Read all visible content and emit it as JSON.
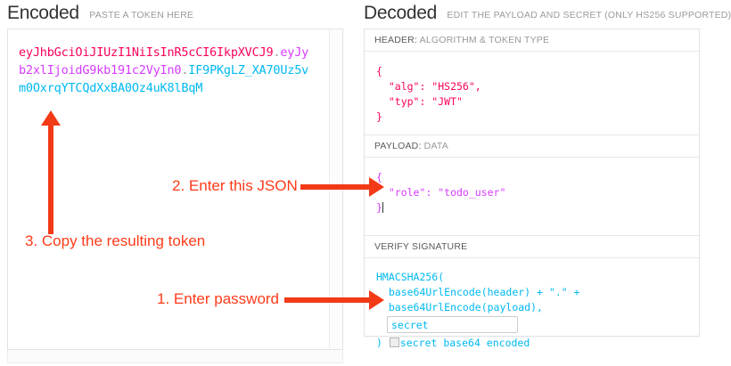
{
  "encoded": {
    "title": "Encoded",
    "subtitle": "PASTE A TOKEN HERE",
    "token": {
      "header_part": "eyJhbGciOiJIUzI1NiIsInR5cCI6IkpXVCJ9",
      "dot1": ".",
      "payload_part": "eyJyb2xlIjoidG9kb191c2VyIn0",
      "dot2": ".",
      "signature_part": "IF9PKgLZ_XA70Uz5vm0OxrqYTCQdXxBA0Oz4uK8lBqM"
    },
    "colors": {
      "header": "#fb015b",
      "payload": "#d63aff",
      "signature": "#00b9f1",
      "separator": "#999999"
    }
  },
  "decoded": {
    "title": "Decoded",
    "subtitle": "EDIT THE PAYLOAD AND SECRET (ONLY HS256 SUPPORTED)",
    "sections": {
      "header": {
        "label_strong": "HEADER:",
        "label_rest": " ALGORITHM & TOKEN TYPE",
        "body": "{\n  \"alg\": \"HS256\",\n  \"typ\": \"JWT\"\n}"
      },
      "payload": {
        "label_strong": "PAYLOAD:",
        "label_rest": " DATA",
        "body": "{\n  \"role\": \"todo_user\"\n}"
      },
      "signature": {
        "label_strong": "VERIFY SIGNATURE",
        "label_rest": "",
        "line1": "HMACSHA256(",
        "line2": "  base64UrlEncode(header) + \".\" +",
        "line3": "  base64UrlEncode(payload),",
        "secret_value": "secret",
        "closing_paren": ")",
        "checkbox_label": "secret base64 encoded"
      }
    }
  },
  "annotations": [
    {
      "id": "step1",
      "text": "1. Enter password"
    },
    {
      "id": "step2",
      "text": "2. Enter this JSON"
    },
    {
      "id": "step3",
      "text": "3. Copy the resulting token"
    }
  ],
  "annotation_color": "#ff3b19"
}
